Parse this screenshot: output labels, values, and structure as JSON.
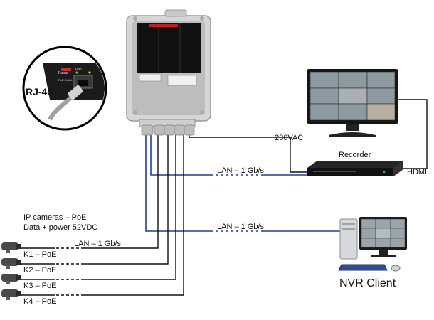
{
  "labels": {
    "rj45": "RJ-45",
    "vac": "230VAC",
    "recorder": "Recorder",
    "hdmi": "HDMI",
    "lan_recorder": "LAN – 1 Gb/s",
    "lan_client": "LAN – 1 Gb/s",
    "lan_cameras": "LAN – 1 Gb/s",
    "cameras_title": "IP cameras – PoE",
    "cameras_sub": "Data + power 52VDC",
    "nvr_client": "NVR Client",
    "switch_brand": "Pulsar",
    "switch_port_label": "LINK",
    "switch_text": "PoE Switch"
  },
  "cameras": [
    {
      "label": "K1 – PoE"
    },
    {
      "label": "K2 – PoE"
    },
    {
      "label": "K3 – PoE"
    },
    {
      "label": "K4 – PoE"
    }
  ],
  "colors": {
    "lan_blue": "#1f3f8f",
    "cable_black": "#111111",
    "enclosure": "#d9d9d9",
    "recorder": "#1a1a1a",
    "monitor_frame": "#151515"
  },
  "icons": [
    "magnifier-circle-icon",
    "enclosure-icon",
    "monitor-icon",
    "recorder-icon",
    "workstation-icon",
    "camera-icon"
  ]
}
